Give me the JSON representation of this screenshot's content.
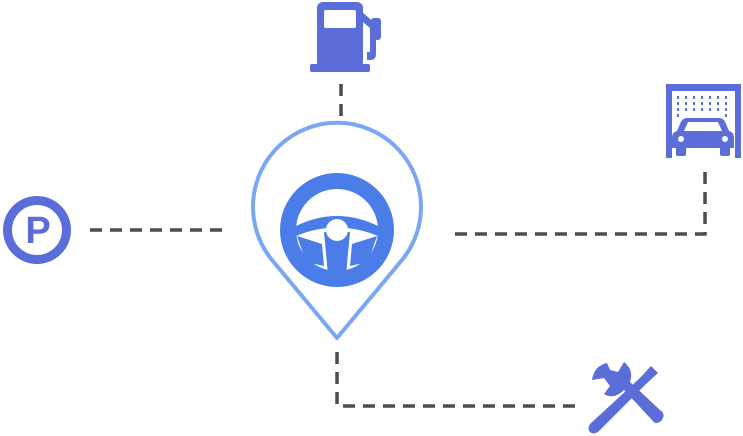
{
  "colors": {
    "icon": "#5a6dd8",
    "pin_outline": "#7aa6f5",
    "pin_fill": "#4a7de8",
    "connector": "#4d4d4d",
    "background": "#ffffff"
  },
  "icons": {
    "center": "steering-wheel-map-pin",
    "top": "fuel-pump",
    "left": "parking-sign",
    "right": "car-wash",
    "bottom": "wrench-and-screwdriver"
  },
  "parking_sign_letter": "P"
}
